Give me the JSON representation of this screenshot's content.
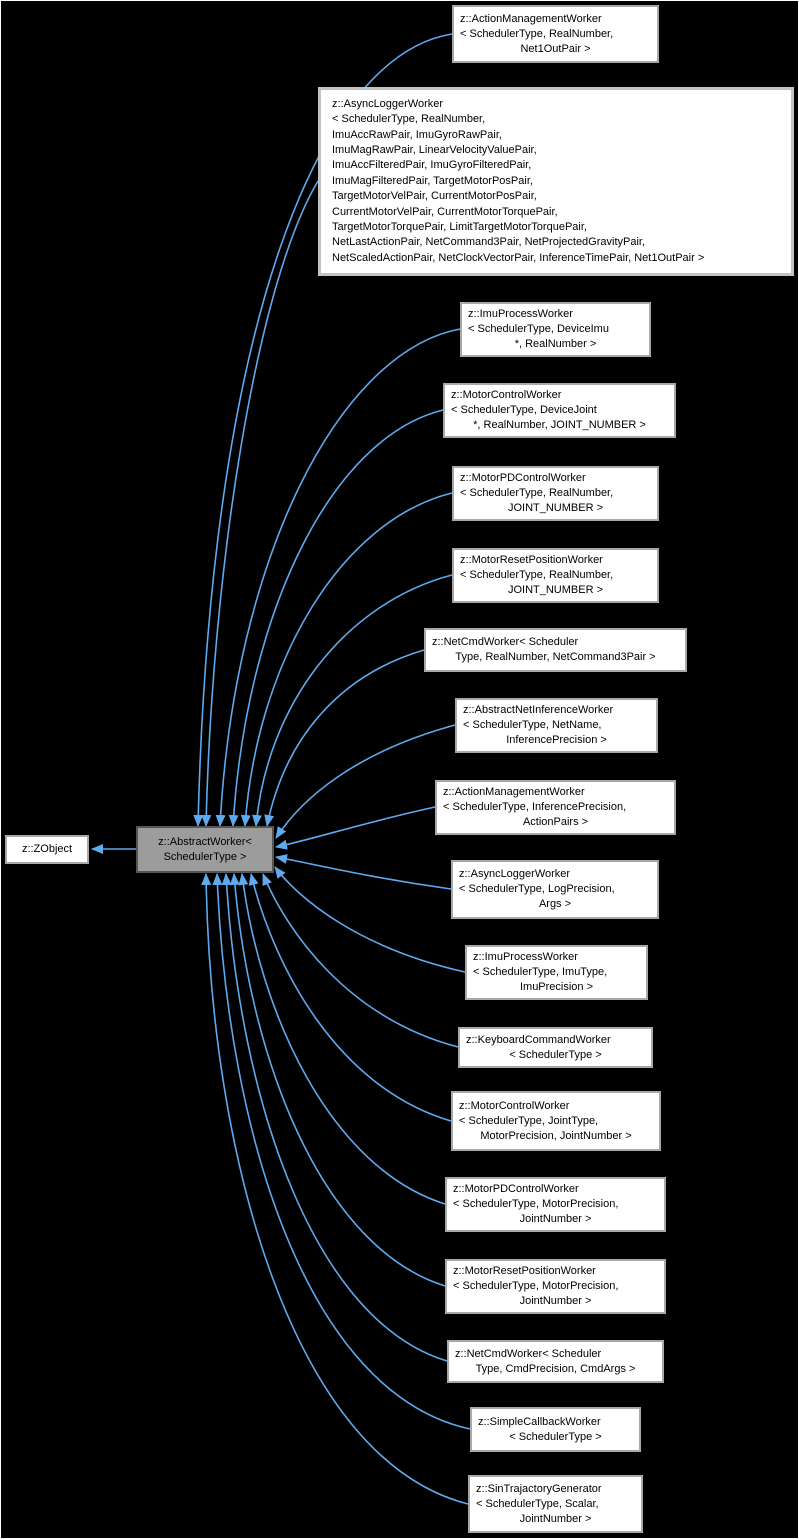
{
  "diagram": {
    "kind": "class-inheritance-graph",
    "colors": {
      "background": "#000000",
      "edge": "#5fa9ee",
      "node_fill": "#ffffff",
      "node_border": "#a8a8a8",
      "current_node_fill": "#9c9c9c",
      "current_node_border": "#555555",
      "text": "#000000",
      "frame": "#ffffff"
    }
  },
  "nodes": [
    {
      "id": "zobject",
      "label_lines": [
        "z::ZObject"
      ]
    },
    {
      "id": "abstract-worker",
      "label_lines": [
        "z::AbstractWorker<",
        "SchedulerType >"
      ]
    },
    {
      "id": "action-management-worker-net1outpair",
      "label_lines": [
        "z::ActionManagementWorker",
        "< SchedulerType, RealNumber,",
        "Net1OutPair >"
      ]
    },
    {
      "id": "async-logger-worker-full",
      "label_lines": [
        "z::AsyncLoggerWorker",
        "< SchedulerType, RealNumber,",
        "ImuAccRawPair, ImuGyroRawPair,",
        "ImuMagRawPair, LinearVelocityValuePair,",
        "ImuAccFilteredPair, ImuGyroFilteredPair,",
        "ImuMagFilteredPair, TargetMotorPosPair,",
        "TargetMotorVelPair, CurrentMotorPosPair,",
        "CurrentMotorVelPair, CurrentMotorTorquePair,",
        "TargetMotorTorquePair, LimitTargetMotorTorquePair,",
        "NetLastActionPair, NetCommand3Pair, NetProjectedGravityPair,",
        "NetScaledActionPair, NetClockVectorPair, InferenceTimePair, Net1OutPair >"
      ]
    },
    {
      "id": "imu-process-worker-deviceimu",
      "label_lines": [
        "z::ImuProcessWorker",
        "< SchedulerType, DeviceImu",
        "*, RealNumber >"
      ]
    },
    {
      "id": "motor-control-worker-devicejoint",
      "label_lines": [
        "z::MotorControlWorker",
        "< SchedulerType, DeviceJoint",
        "*, RealNumber, JOINT_NUMBER >"
      ]
    },
    {
      "id": "motor-pd-control-worker-realnumber",
      "label_lines": [
        "z::MotorPDControlWorker",
        "< SchedulerType, RealNumber,",
        "JOINT_NUMBER >"
      ]
    },
    {
      "id": "motor-reset-position-worker-realnumber",
      "label_lines": [
        "z::MotorResetPositionWorker",
        "< SchedulerType, RealNumber,",
        "JOINT_NUMBER >"
      ]
    },
    {
      "id": "net-cmd-worker-realnumber",
      "label_lines": [
        "z::NetCmdWorker< Scheduler",
        "Type, RealNumber, NetCommand3Pair >"
      ]
    },
    {
      "id": "abstract-net-inference-worker",
      "label_lines": [
        "z::AbstractNetInferenceWorker",
        "< SchedulerType, NetName,",
        "InferencePrecision >"
      ]
    },
    {
      "id": "action-management-worker-actionpairs",
      "label_lines": [
        "z::ActionManagementWorker",
        "< SchedulerType, InferencePrecision,",
        "ActionPairs >"
      ]
    },
    {
      "id": "async-logger-worker-args",
      "label_lines": [
        "z::AsyncLoggerWorker",
        "< SchedulerType, LogPrecision,",
        "Args >"
      ]
    },
    {
      "id": "imu-process-worker-imutype",
      "label_lines": [
        "z::ImuProcessWorker",
        "< SchedulerType, ImuType,",
        "ImuPrecision >"
      ]
    },
    {
      "id": "keyboard-command-worker",
      "label_lines": [
        "z::KeyboardCommandWorker",
        "< SchedulerType >"
      ]
    },
    {
      "id": "motor-control-worker-jointtype",
      "label_lines": [
        "z::MotorControlWorker",
        "< SchedulerType, JointType,",
        "MotorPrecision, JointNumber >"
      ]
    },
    {
      "id": "motor-pd-control-worker-motorprecision",
      "label_lines": [
        "z::MotorPDControlWorker",
        "< SchedulerType, MotorPrecision,",
        "JointNumber >"
      ]
    },
    {
      "id": "motor-reset-position-worker-motorprecision",
      "label_lines": [
        "z::MotorResetPositionWorker",
        "< SchedulerType, MotorPrecision,",
        "JointNumber >"
      ]
    },
    {
      "id": "net-cmd-worker-cmdargs",
      "label_lines": [
        "z::NetCmdWorker< Scheduler",
        "Type, CmdPrecision, CmdArgs >"
      ]
    },
    {
      "id": "simple-callback-worker",
      "label_lines": [
        "z::SimpleCallbackWorker",
        "< SchedulerType >"
      ]
    },
    {
      "id": "sin-trajactory-generator",
      "label_lines": [
        "z::SinTrajactoryGenerator",
        "< SchedulerType, Scalar,",
        "JointNumber >"
      ]
    }
  ],
  "edges": [
    {
      "from": "abstract-worker",
      "to": "zobject",
      "relation": "inherits"
    },
    {
      "from": "action-management-worker-net1outpair",
      "to": "abstract-worker",
      "relation": "inherits"
    },
    {
      "from": "async-logger-worker-full",
      "to": "abstract-worker",
      "relation": "inherits"
    },
    {
      "from": "imu-process-worker-deviceimu",
      "to": "abstract-worker",
      "relation": "inherits"
    },
    {
      "from": "motor-control-worker-devicejoint",
      "to": "abstract-worker",
      "relation": "inherits"
    },
    {
      "from": "motor-pd-control-worker-realnumber",
      "to": "abstract-worker",
      "relation": "inherits"
    },
    {
      "from": "motor-reset-position-worker-realnumber",
      "to": "abstract-worker",
      "relation": "inherits"
    },
    {
      "from": "net-cmd-worker-realnumber",
      "to": "abstract-worker",
      "relation": "inherits"
    },
    {
      "from": "abstract-net-inference-worker",
      "to": "abstract-worker",
      "relation": "inherits"
    },
    {
      "from": "action-management-worker-actionpairs",
      "to": "abstract-worker",
      "relation": "inherits"
    },
    {
      "from": "async-logger-worker-args",
      "to": "abstract-worker",
      "relation": "inherits"
    },
    {
      "from": "imu-process-worker-imutype",
      "to": "abstract-worker",
      "relation": "inherits"
    },
    {
      "from": "keyboard-command-worker",
      "to": "abstract-worker",
      "relation": "inherits"
    },
    {
      "from": "motor-control-worker-jointtype",
      "to": "abstract-worker",
      "relation": "inherits"
    },
    {
      "from": "motor-pd-control-worker-motorprecision",
      "to": "abstract-worker",
      "relation": "inherits"
    },
    {
      "from": "motor-reset-position-worker-motorprecision",
      "to": "abstract-worker",
      "relation": "inherits"
    },
    {
      "from": "net-cmd-worker-cmdargs",
      "to": "abstract-worker",
      "relation": "inherits"
    },
    {
      "from": "simple-callback-worker",
      "to": "abstract-worker",
      "relation": "inherits"
    },
    {
      "from": "sin-trajactory-generator",
      "to": "abstract-worker",
      "relation": "inherits"
    }
  ]
}
